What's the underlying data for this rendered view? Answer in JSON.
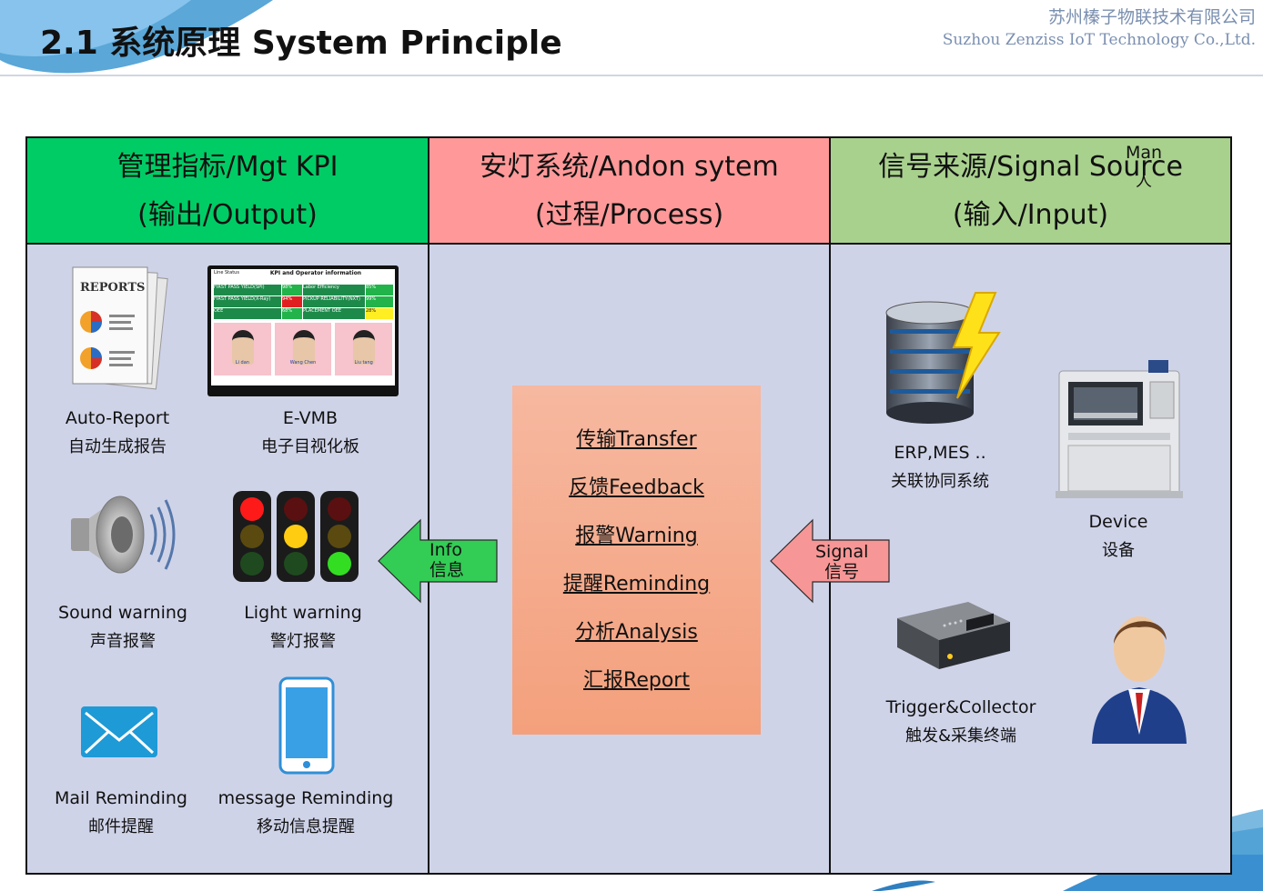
{
  "header": {
    "title": "2.1 系统原理  System Principle",
    "company_cn": "苏州榛子物联技术有限公司",
    "company_en": "Suzhou Zenziss IoT Technology Co.,Ltd."
  },
  "columns": {
    "output": {
      "title": "管理指标/Mgt KPI",
      "subtitle": "(输出/Output)"
    },
    "process": {
      "title": "安灯系统/Andon sytem",
      "subtitle": "(过程/Process)"
    },
    "input": {
      "title": "信号来源/Signal Source",
      "subtitle": "(输入/Input)"
    }
  },
  "outputs": [
    {
      "en": "Auto-Report",
      "cn": "自动生成报告",
      "icon": "reports-icon"
    },
    {
      "en": "E-VMB",
      "cn": "电子目视化板",
      "icon": "monitor-icon"
    },
    {
      "en": "Sound warning",
      "cn": "声音报警",
      "icon": "speaker-icon"
    },
    {
      "en": "Light warning",
      "cn": "警灯报警",
      "icon": "traffic-light-icon"
    },
    {
      "en": "Mail Reminding",
      "cn": "邮件提醒",
      "icon": "mail-icon"
    },
    {
      "en": "message Reminding",
      "cn": "移动信息提醒",
      "icon": "phone-icon"
    }
  ],
  "process_items": [
    "传输Transfer",
    "反馈Feedback",
    "报警Warning",
    "提醒Reminding",
    "分析Analysis",
    "汇报Report"
  ],
  "arrows": {
    "info": {
      "en": "Info",
      "cn": "信息",
      "color": "#33cc55"
    },
    "signal": {
      "en": "Signal",
      "cn": "信号",
      "color": "#f79696"
    }
  },
  "inputs": [
    {
      "en": "ERP,MES ..",
      "cn": "关联协同系统",
      "icon": "database-icon"
    },
    {
      "en": "Device",
      "cn": "设备",
      "icon": "machine-icon"
    },
    {
      "en": "Trigger&Collector",
      "cn": "触发&采集终端",
      "icon": "collector-icon"
    },
    {
      "en": "Man",
      "cn": "人",
      "icon": "person-icon"
    }
  ],
  "evmb_screen": {
    "status": "Line Status",
    "heading": "KPI and Operator information",
    "rows": [
      [
        "FIRST PASS YIELD(SPI)",
        "98%",
        "Labor Efficiency",
        "85%"
      ],
      [
        "FIRST PASS YIELD(X-Ray)",
        "94%",
        "PICKUP RELIABILITY(NXT)",
        "99%"
      ],
      [
        "OEE",
        "68%",
        "PLACEMENT OEE",
        "28%"
      ]
    ],
    "operators": [
      "Li dan",
      "Wang Chen",
      "Liu tang"
    ]
  }
}
